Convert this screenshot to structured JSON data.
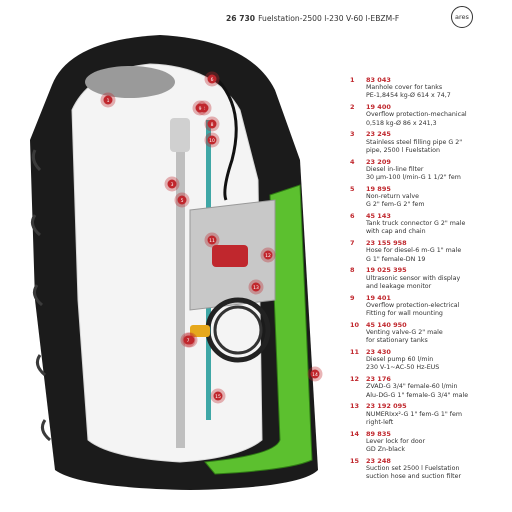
{
  "header": {
    "code": "26 730",
    "title": "Fuelstation-2500 l-230 V-60 l-EBZM-F"
  },
  "logo": {
    "text": "ares"
  },
  "colors": {
    "accent_red": "#c0272d",
    "tank_black": "#1b1b1b",
    "cover_green": "#5cc02f",
    "pipe_teal": "#3fa7a6"
  },
  "legend": [
    {
      "num": "1",
      "code": "83 043",
      "lines": [
        "Manhole cover for tanks",
        "PE-1,8454 kg-Ø 614 x 74,7"
      ]
    },
    {
      "num": "2",
      "code": "19 400",
      "lines": [
        "Overflow protection-mechanical",
        "0,518 kg-Ø 86 x 241,3"
      ]
    },
    {
      "num": "3",
      "code": "23 245",
      "lines": [
        "Stainless steel filling pipe G 2\"",
        "pipe, 2500 l Fuelstation"
      ]
    },
    {
      "num": "4",
      "code": "23 209",
      "lines": [
        "Diesel in-line filter",
        "30 µm-100 l/min-G 1 1/2\" fem"
      ]
    },
    {
      "num": "5",
      "code": "19 895",
      "lines": [
        "Non-return valve",
        "G 2\" fem-G 2\" fem"
      ]
    },
    {
      "num": "6",
      "code": "45 143",
      "lines": [
        "Tank truck connector G 2\" male",
        "with cap and chain"
      ]
    },
    {
      "num": "7",
      "code": "23 155 958",
      "lines": [
        "Hose for diesel-6 m-G 1\" male",
        "G 1\" female-DN 19"
      ]
    },
    {
      "num": "8",
      "code": "19 025 395",
      "lines": [
        "Ultrasonic sensor with display",
        "and leakage monitor"
      ]
    },
    {
      "num": "9",
      "code": "19 401",
      "lines": [
        "Overflow protection-electrical",
        "Fitting for wall mounting"
      ]
    },
    {
      "num": "10",
      "code": "45 140 950",
      "lines": [
        "Venting valve-G 2\" male",
        "for stationary tanks"
      ]
    },
    {
      "num": "11",
      "code": "23 430",
      "lines": [
        "Diesel pump 60 l/min",
        "230 V-1~AC-50 Hz-EUS"
      ]
    },
    {
      "num": "12",
      "code": "23 176",
      "lines": [
        "ZVAD-G 3/4\" female-60 l/min",
        "Alu-DG-G 1\" female-G 3/4\" male"
      ]
    },
    {
      "num": "13",
      "code": "23 192 095",
      "lines": [
        "NUMERIxx²-G 1\" fem-G 1\" fem",
        "right-left"
      ]
    },
    {
      "num": "14",
      "code": "89 835",
      "lines": [
        "Lever lock for door",
        "GD Zn-black"
      ]
    },
    {
      "num": "15",
      "code": "23 248",
      "lines": [
        "Suction set 2500 l Fuelstation",
        "suction hose and suction filter"
      ]
    }
  ],
  "callouts": [
    {
      "label": "1"
    },
    {
      "label": "2"
    },
    {
      "label": "3"
    },
    {
      "label": "4"
    },
    {
      "label": "5"
    },
    {
      "label": "6"
    },
    {
      "label": "7"
    },
    {
      "label": "8"
    },
    {
      "label": "9"
    },
    {
      "label": "10"
    },
    {
      "label": "11"
    },
    {
      "label": "12"
    },
    {
      "label": "13"
    },
    {
      "label": "14"
    },
    {
      "label": "15"
    }
  ]
}
